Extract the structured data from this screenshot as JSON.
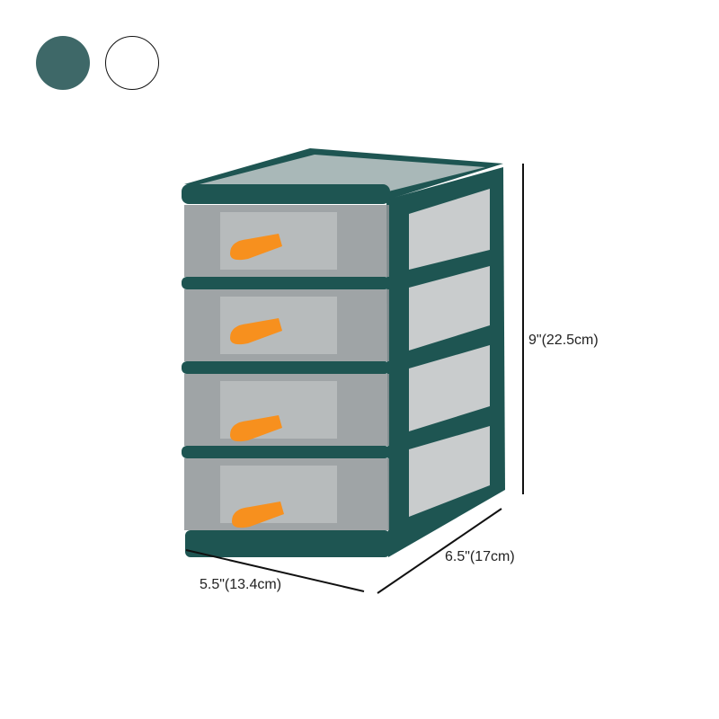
{
  "color_options": [
    {
      "name": "teal",
      "hex": "#3e6868"
    },
    {
      "name": "white",
      "hex": "#ffffff"
    }
  ],
  "product": {
    "frame_color": "#1e5552",
    "frame_dark": "#143f3d",
    "drawer_tint": "#8e9496",
    "handle_color": "#f7901e",
    "drawer_count": 4
  },
  "dimensions": {
    "height": "9\"(22.5cm)",
    "width": "5.5\"(13.4cm)",
    "depth": "6.5\"(17cm)"
  }
}
